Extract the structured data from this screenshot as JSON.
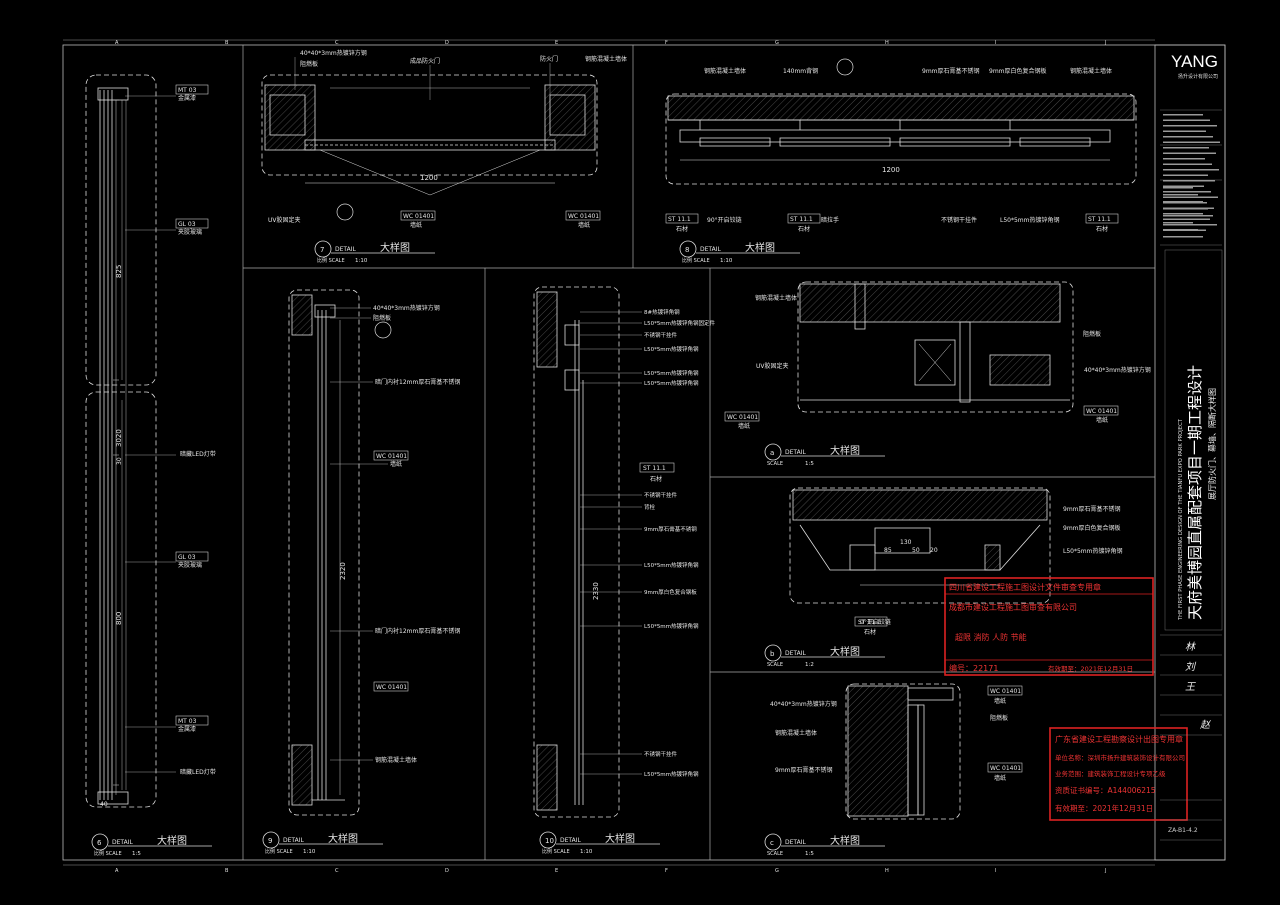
{
  "title_block": {
    "logo": "YANG",
    "logo_sub": "扬升设计有限公司",
    "project_title_cn": "天府美博园直属配套项目一期工程设计",
    "project_title_en": "THE FIRST PHASE ENGINEERING DESIGN OF THE TIANFU EXPO PARK PROJECT",
    "drawing_title_cn": "展厅防火门、幕墙、隔断大样图",
    "drawing_no": "ZA-B1-4.2",
    "signatures": [
      "林",
      "刘",
      "王",
      "赵"
    ]
  },
  "stamps": {
    "stamp1": {
      "line1": "四川省建设工程施工图设计文件审查专用章",
      "line2": "成都市建设工程施工图审查有限公司",
      "line3": "超限 消防 人防 节能",
      "line4": "编号：22171",
      "line5": "有效期至：2021年12月31日"
    },
    "stamp2": {
      "line1": "广东省建设工程勘察设计出图专用章",
      "line2": "单位名称：深圳市扬升建筑装饰设计有限公司",
      "line3": "业务范围：建筑装饰工程设计专项乙级",
      "line4": "资质证书编号：A144006215",
      "line5": "有效期至：2021年12月31日"
    }
  },
  "details": [
    {
      "no": "6",
      "label": "DETAIL",
      "title": "大样图",
      "scale_label": "比例 SCALE",
      "scale": "1:5"
    },
    {
      "no": "7",
      "label": "DETAIL",
      "title": "大样图",
      "scale_label": "比例 SCALE",
      "scale": "1:10"
    },
    {
      "no": "8",
      "label": "DETAIL",
      "title": "大样图",
      "scale_label": "比例 SCALE",
      "scale": "1:10"
    },
    {
      "no": "9",
      "label": "DETAIL",
      "title": "大样图",
      "scale_label": "比例 SCALE",
      "scale": "1:10"
    },
    {
      "no": "10",
      "label": "DETAIL",
      "title": "大样图",
      "scale_label": "比例 SCALE",
      "scale": "1:10"
    },
    {
      "no": "a",
      "label": "DETAIL",
      "title": "大样图",
      "scale_label": "SCALE",
      "scale": "1:5"
    },
    {
      "no": "b",
      "label": "DETAIL",
      "title": "大样图",
      "scale_label": "SCALE",
      "scale": "1:2"
    },
    {
      "no": "c",
      "label": "DETAIL",
      "title": "大样图",
      "scale_label": "SCALE",
      "scale": "1:5"
    }
  ],
  "grid_cols": [
    "A",
    "B",
    "C",
    "D",
    "E",
    "F",
    "G",
    "H",
    "I",
    "J"
  ],
  "annotations": {
    "d6_dims": [
      "825",
      "3020",
      "30",
      "800",
      "40"
    ],
    "d6_tags": [
      "MT 03",
      "金属漆",
      "GL 03",
      "夹胶玻璃",
      "GL 03",
      "夹胶玻璃",
      "MT 03",
      "金属漆"
    ],
    "d6_notes": [
      "暗藏LED灯带",
      "暗藏LED灯带"
    ],
    "d7_dim": "1200",
    "d7_notes": [
      "40*40*3mm热镀锌方钢",
      "阻燃板",
      "成品防火门",
      "防火门",
      "钢筋混凝土墙体",
      "UV胶固定夹"
    ],
    "d7_tags": [
      "WC 01401",
      "墙纸",
      "WC 01401",
      "墙纸"
    ],
    "d8_dim": "1200",
    "d8_notes": [
      "钢筋混凝土墙体",
      "140mm背钢",
      "9mm厚石膏基不锈钢",
      "9mm厚白色复合钢板",
      "钢筋混凝土墙体",
      "90°开启铰链",
      "暗拉手",
      "不锈钢干挂件",
      "L50*5mm热镀锌角钢"
    ],
    "d8_tags": [
      "ST 11.1",
      "石材",
      "ST 11.1",
      "石材",
      "ST 11.1",
      "石材"
    ],
    "d9_dim": "2320",
    "d9_notes": [
      "40*40*3mm热镀锌方钢",
      "阻燃板",
      "暗门内衬12mm厚石膏基不锈钢",
      "墙纸",
      "暗门内衬12mm厚石膏基不锈钢",
      "钢筋混凝土墙体"
    ],
    "d9_tags": [
      "WC 01401",
      "WC 01401"
    ],
    "d10_dim": "2330",
    "d10_notes": [
      "8#热镀锌角钢",
      "L50*5mm热镀锌角钢固定件",
      "不锈钢干挂件",
      "L50*5mm热镀锌角钢",
      "L50*5mm热镀锌角钢",
      "L50*5mm热镀锌角钢",
      "不锈钢干挂件",
      "背栓",
      "9mm厚石膏基不锈钢",
      "L50*5mm热镀锌角钢",
      "9mm厚白色复合钢板",
      "L50*5mm热镀锌角钢",
      "不锈钢干挂件",
      "L50*5mm热镀锌角钢"
    ],
    "d10_tags": [
      "ST 11.1",
      "石材"
    ],
    "da_notes": [
      "钢筋混凝土墙体",
      "阻燃板",
      "40*40*3mm热镀锌方钢",
      "UV胶固定夹"
    ],
    "da_tags": [
      "WC 01401",
      "墙纸",
      "WC 01401",
      "墙纸"
    ],
    "db_notes": [
      "9mm厚石膏基不锈钢",
      "9mm厚白色复合钢板",
      "L50*5mm热镀锌角钢",
      "0°开启铰链"
    ],
    "db_dims": [
      "130",
      "85",
      "50",
      "20"
    ],
    "db_tags": [
      "ST 11.1",
      "石材"
    ],
    "dc_notes": [
      "40*40*3mm热镀锌方钢",
      "阻燃板",
      "钢筋混凝土墙体",
      "9mm厚石膏基不锈钢"
    ],
    "dc_tags": [
      "WC 01401",
      "墙纸",
      "WC 01401",
      "墙纸"
    ]
  }
}
